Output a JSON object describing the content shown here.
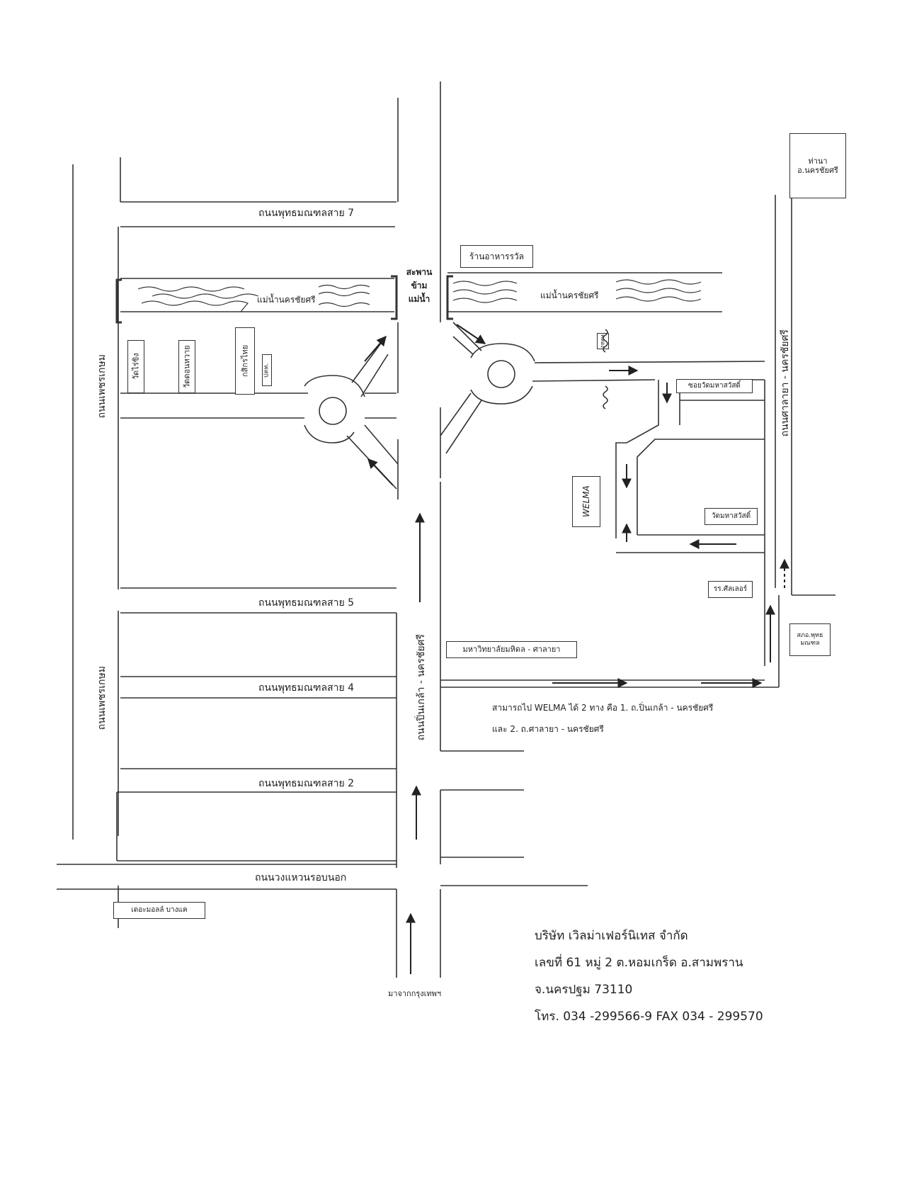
{
  "roads": {
    "phutthamonthon_7": "ถนนพุทธมณฑลสาย 7",
    "phutthamonthon_5": "ถนนพุทธมณฑลสาย 5",
    "phutthamonthon_4": "ถนนพุทธมณฑลสาย 4",
    "phutthamonthon_2": "ถนนพุทธมณฑลสาย 2",
    "outer_ring": "ถนนวงแหวนรอบนอก",
    "west_vertical": "ถนนเพชรเกษม",
    "pinklao_nakhonchaisri": "ถนนปิ่นเกล้า - นครชัยศรี",
    "salaya_nakhonchaisri": "ถนนศาลายา - นครชัยศรี"
  },
  "places": {
    "restaurant": "ร้านอาหารรวัล",
    "river_left": "แม่น้ำนครชัยศรี",
    "river_right": "แม่น้ำนครชัยศรี",
    "bridge": "สะพานข้ามแม่น้ำ",
    "wat_rai_khing": "วัดไร่ขิง",
    "wat_bangphai": "วัดดอนหวาย",
    "kasikorn": "กสิกรไทย",
    "small_box": "ปตท.",
    "tha_na": "ท่านา อ.นครชัยศรี",
    "soi_wat": "ซอยวัดมหาสวัสดิ์",
    "welma": "WELMA",
    "wat_mahasawat": "วัดมหาสวัสดิ์",
    "school": "รร.ศัลเลอร์",
    "police": "สภอ.พุทธมณฑล",
    "university": "มหาวิทยาลัยมหิดล - ศาลายา",
    "central": "เดอะมอลล์ บางแค",
    "canal": "คลอง",
    "from_bangkok": "มาจากกรุงเทพฯ"
  },
  "note": {
    "line1": "สามารถไป WELMA ได้ 2 ทาง คือ 1. ถ.ปิ่นเกล้า - นครชัยศรี",
    "line2": "และ 2. ถ.ศาลายา - นครชัยศรี"
  },
  "company": {
    "name": "บริษัท เวิลม่าเฟอร์นิเทส จำกัด",
    "address1": "เลขที่ 61 หมู่ 2 ต.หอมเกร็ด อ.สามพราน",
    "address2": "จ.นครปฐม 73110",
    "phone": "โทร. 034 -299566-9   FAX  034 - 299570"
  }
}
